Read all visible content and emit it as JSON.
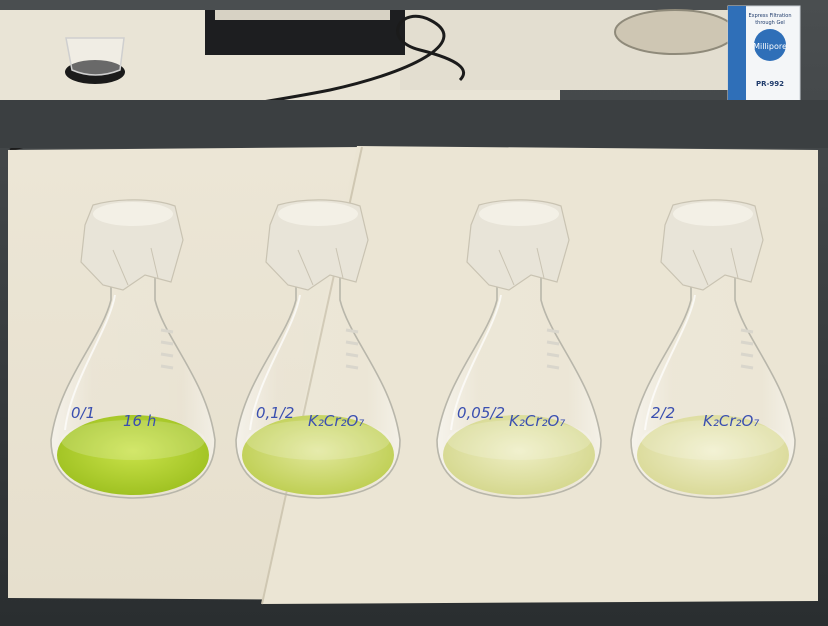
{
  "colors": {
    "bench": "#3a3f42",
    "paper": "#efe9da",
    "liquid_bright": "#b6d42c",
    "liquid_medium": "#cfdc6a",
    "liquid_pale": "#dfe1a6",
    "marker_ink": "#3a4fb0"
  },
  "box": {
    "logo": "Millipore",
    "line1": "Express Filtration",
    "line2": "through Gel",
    "code": "PR-992"
  },
  "flasks": [
    {
      "label": "0/1",
      "label2": "16 h",
      "sub": "",
      "tint": 1.0
    },
    {
      "label": "0,1/2",
      "label2": "K₂Cr₂O₇",
      "sub": "",
      "tint": 0.7
    },
    {
      "label": "0,05/2",
      "label2": "K₂Cr₂O₇",
      "sub": "",
      "tint": 0.4
    },
    {
      "label": "2/2",
      "label2": "K₂Cr₂O₇",
      "sub": "",
      "tint": 0.3
    }
  ]
}
